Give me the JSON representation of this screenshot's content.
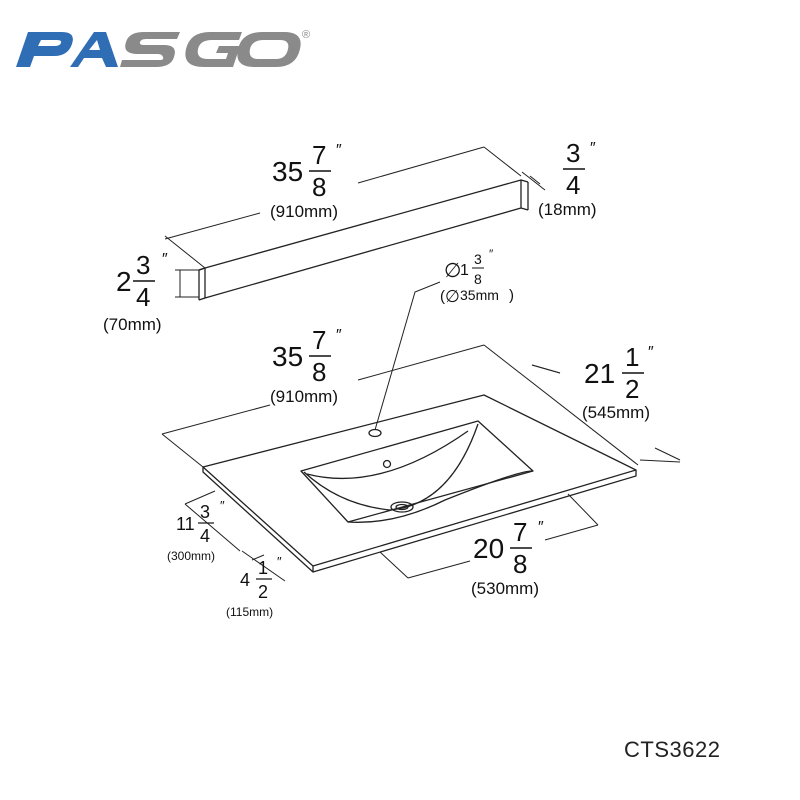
{
  "brand": {
    "logo_text": "PASGO",
    "registered_mark": "®",
    "colors": {
      "blue": "#2f6db5",
      "gray": "#8a8a8a"
    }
  },
  "model_number": "CTS3622",
  "backsplash": {
    "length": {
      "whole": "35",
      "num": "7",
      "den": "8",
      "unit": "″",
      "metric": "(910mm)"
    },
    "thickness": {
      "whole": "",
      "num": "3",
      "den": "4",
      "unit": "″",
      "metric": "(18mm)"
    },
    "height": {
      "whole": "2",
      "num": "3",
      "den": "4",
      "unit": "″",
      "metric": "(70mm)"
    }
  },
  "faucet_hole": {
    "symbol": "∅",
    "whole": "1",
    "num": "3",
    "den": "8",
    "unit": "″",
    "metric_symbol": "∅",
    "metric": "35mm",
    "paren_open": "(",
    "paren_close": ")"
  },
  "countertop": {
    "width": {
      "whole": "35",
      "num": "7",
      "den": "8",
      "unit": "″",
      "metric": "(910mm)"
    },
    "depth": {
      "whole": "21",
      "num": "1",
      "den": "2",
      "unit": "″",
      "metric": "(545mm)"
    },
    "front_to_drain": {
      "whole": "11",
      "num": "3",
      "den": "4",
      "unit": "″",
      "metric": "(300mm)"
    },
    "edge_to_bowl": {
      "whole": "4",
      "num": "1",
      "den": "2",
      "unit": "″",
      "metric": "(115mm)"
    },
    "bowl_width": {
      "whole": "20",
      "num": "7",
      "den": "8",
      "unit": "″",
      "metric": "(530mm)"
    }
  }
}
